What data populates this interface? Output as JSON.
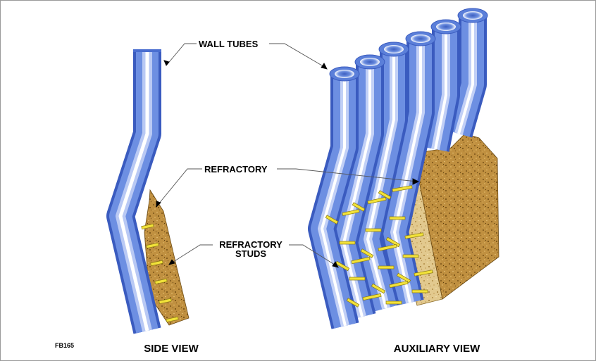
{
  "labels": {
    "wall_tubes": "WALL TUBES",
    "refractory": "REFRACTORY",
    "refractory_studs_line1": "REFRACTORY",
    "refractory_studs_line2": "STUDS",
    "side_view": "SIDE VIEW",
    "auxiliary_view": "AUXILIARY VIEW",
    "figure_code": "FB165"
  },
  "colors": {
    "tube": "#5b7fd9",
    "tube_highlight": "#ffffff",
    "refractory": "#b8893a",
    "stud": "#f2e23a",
    "stud_outline": "#9a8a10"
  }
}
